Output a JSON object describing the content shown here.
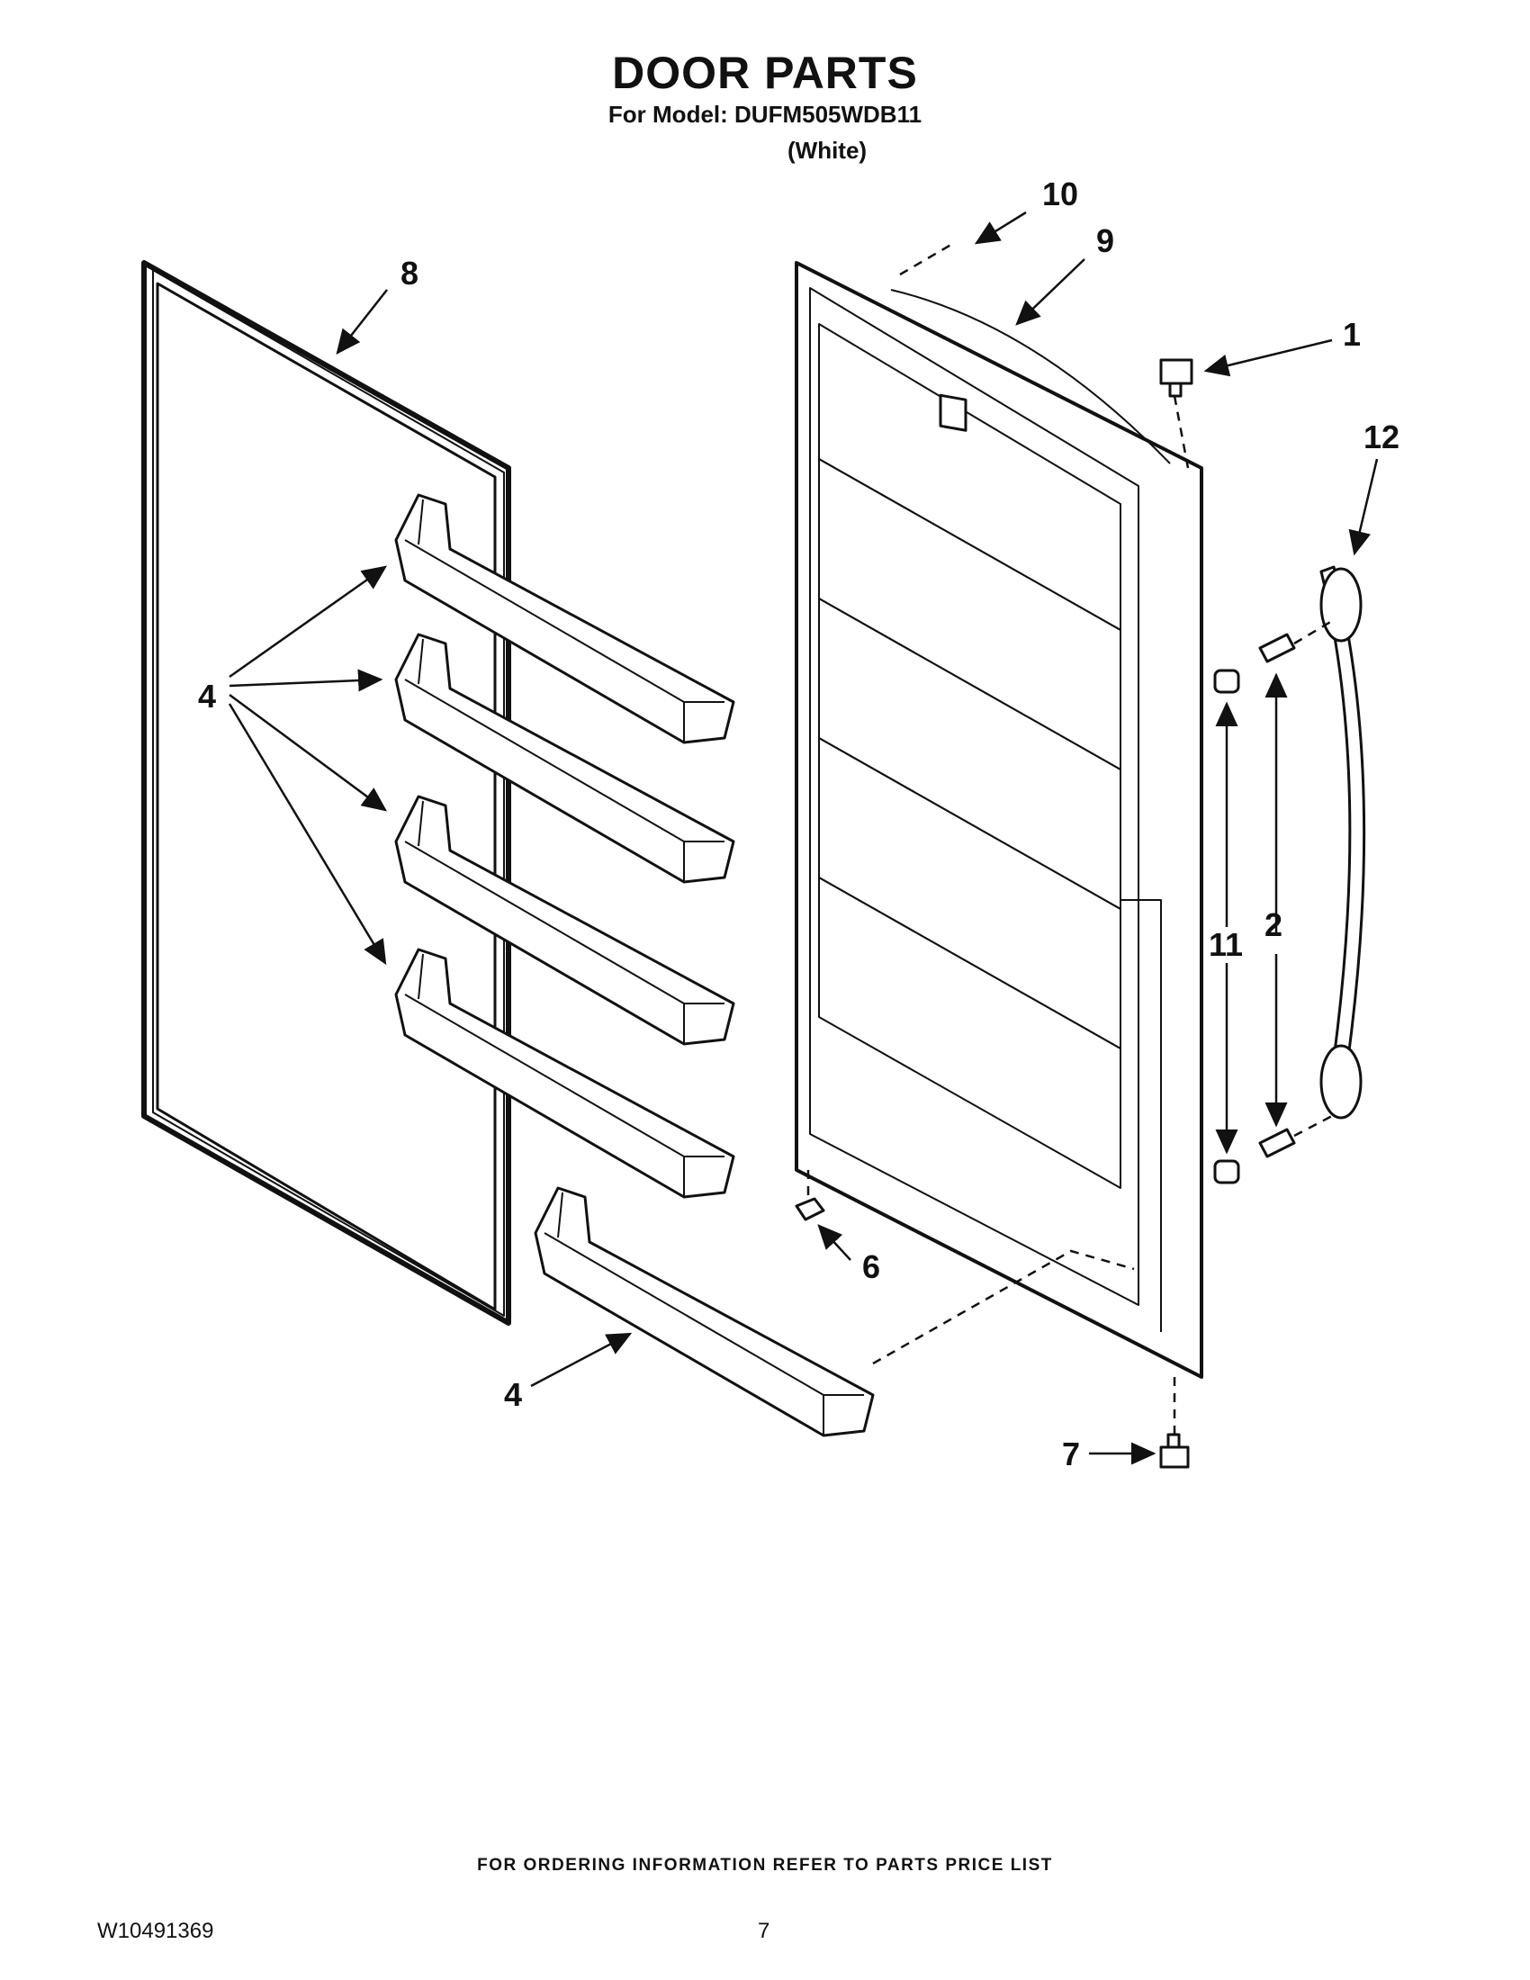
{
  "header": {
    "title": "DOOR PARTS",
    "model_line": "For Model: DUFM505WDB11",
    "variant": "(White)"
  },
  "callouts": {
    "c1": "1",
    "c2": "2",
    "c4": "4",
    "c4b": "4",
    "c6": "6",
    "c7": "7",
    "c8": "8",
    "c9": "9",
    "c10": "10",
    "c11": "11",
    "c12": "12"
  },
  "footer": {
    "note": "FOR ORDERING INFORMATION REFER TO PARTS PRICE LIST",
    "doc_number": "W10491369",
    "page": "7"
  }
}
